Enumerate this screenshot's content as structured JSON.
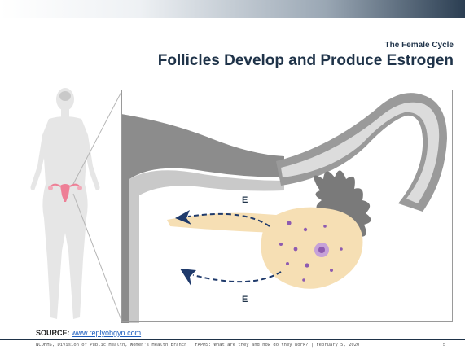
{
  "slide": {
    "subtitle": "The Female Cycle",
    "title": "Follicles Develop and Produce Estrogen"
  },
  "illustration": {
    "arrow_label_top": "E",
    "arrow_label_bottom": "E"
  },
  "source": {
    "label": "SOURCE:",
    "link_text": "www.replyobgyn.com"
  },
  "footer": {
    "text": "NCDHHS, Division of Public Health, Women's Health Branch | FAPMS: What are they and how do they work? | February 5, 2020",
    "page_number": "5"
  },
  "colors": {
    "title": "#1f3349",
    "silhouette": "#e6e6e6",
    "ovary": "#f6dfb4",
    "follicle": "#9a6ab8",
    "arrow": "#1f3a6b",
    "link": "#1f5fbf"
  }
}
